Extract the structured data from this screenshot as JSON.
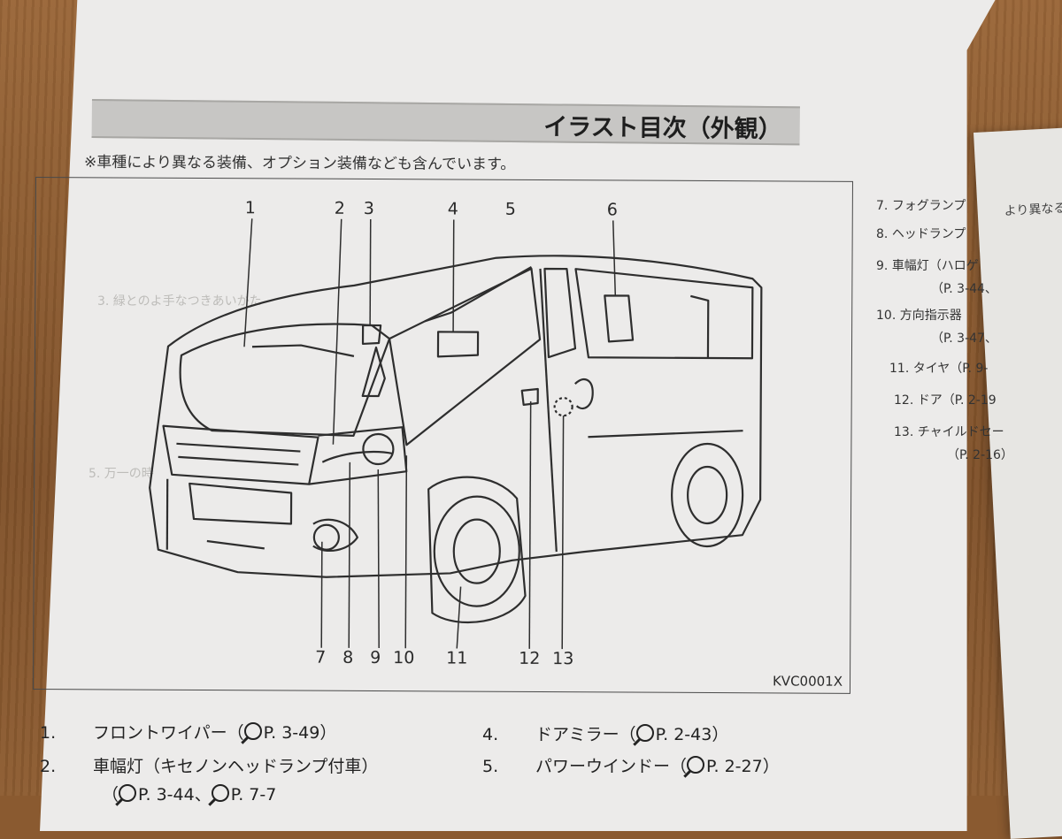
{
  "page_title": "イラスト目次（外観）",
  "note": "※車種により異なる装備、オプション装備なども含んでいます。",
  "figure": {
    "code": "KVC0001X",
    "callouts": [
      "1",
      "2",
      "3",
      "4",
      "5",
      "6",
      "7",
      "8",
      "9",
      "10",
      "11",
      "12",
      "13"
    ]
  },
  "list": [
    {
      "num": "1.",
      "text": "フロントワイパー（",
      "ref": "P. 3-49",
      "tail": "）"
    },
    {
      "num": "2.",
      "text": "車幅灯（キセノンヘッドランプ付車）",
      "ref": "",
      "tail": ""
    },
    {
      "num": "",
      "text": "（",
      "ref": "P. 3-44、",
      "ref2": "P. 7-7",
      "tail": ""
    },
    {
      "num": "4.",
      "text": "ドアミラー（",
      "ref": "P. 2-43",
      "tail": "）"
    },
    {
      "num": "5.",
      "text": "パワーウインドー（",
      "ref": "P. 2-27",
      "tail": "）"
    }
  ],
  "side_list": [
    {
      "num": "7.",
      "text": "フォグランプ"
    },
    {
      "num": "8.",
      "text": "ヘッドランプ"
    },
    {
      "num": "9.",
      "text": "車幅灯（ハロゲ"
    },
    {
      "num": "",
      "text": "（P. 3-44、"
    },
    {
      "num": "10.",
      "text": "方向指示器"
    },
    {
      "num": "",
      "text": "（P. 3-47、"
    },
    {
      "num": "11.",
      "text": "タイヤ（P. 9-"
    },
    {
      "num": "12.",
      "text": "ドア（P. 2-19"
    },
    {
      "num": "13.",
      "text": "チャイルドセー"
    },
    {
      "num": "",
      "text": "（P. 2-16）"
    }
  ],
  "far_right": {
    "text": "より異なる装"
  }
}
